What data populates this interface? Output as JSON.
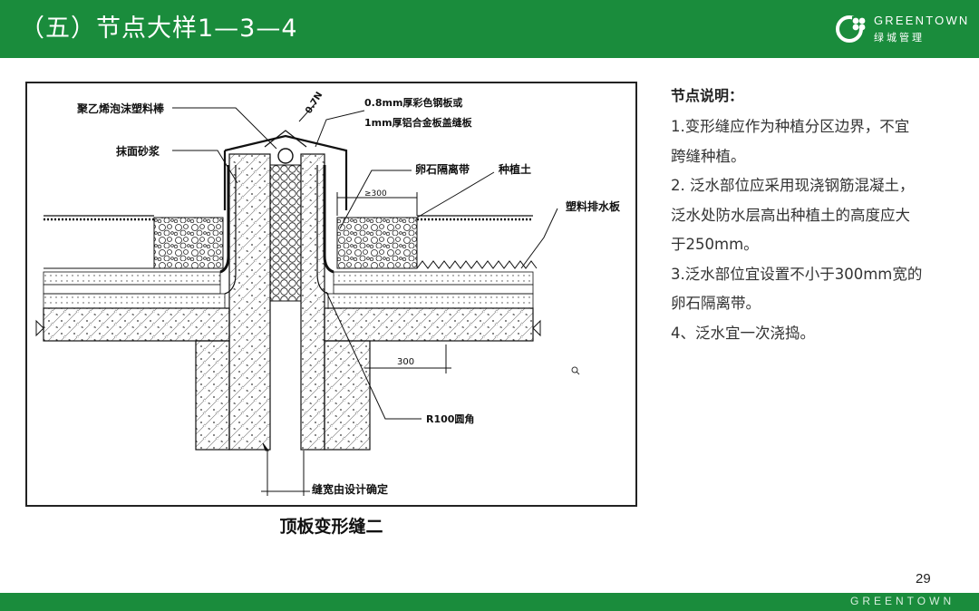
{
  "header": {
    "title": "（五）节点大样1—3—4",
    "logo_en": "GREENTOWN",
    "logo_cn": "绿城管理",
    "color": "#1a8c3c"
  },
  "diagram": {
    "labels": {
      "foam_rod": "聚乙烯泡沫塑料棒",
      "mortar": "抹面砂浆",
      "steel_plate": "0.8mm厚彩色钢板或",
      "alu_plate": "1mm厚铝合金板盖缝板",
      "angle": "0.7N",
      "pebble_strip": "卵石隔离带",
      "planting_soil": "种植土",
      "drain_board": "塑料排水板",
      "dim_ge300": "≥300",
      "dim_300": "300",
      "r100": "R100圆角",
      "joint_width": "缝宽由设计确定"
    },
    "caption": "顶板变形缝二"
  },
  "notes": {
    "title": "节点说明：",
    "lines": [
      "1.变形缝应作为种植分区边界，不宜",
      "跨缝种植。",
      "2. 泛水部位应采用现浇钢筋混凝土，",
      "泛水处防水层高出种植土的高度应大",
      "于250mm。",
      "3.泛水部位宜设置不小于300mm宽的",
      "卵石隔离带。",
      "4、泛水宜一次浇捣。"
    ]
  },
  "page_number": "29",
  "footer": {
    "brand": "GREENTOWN"
  }
}
